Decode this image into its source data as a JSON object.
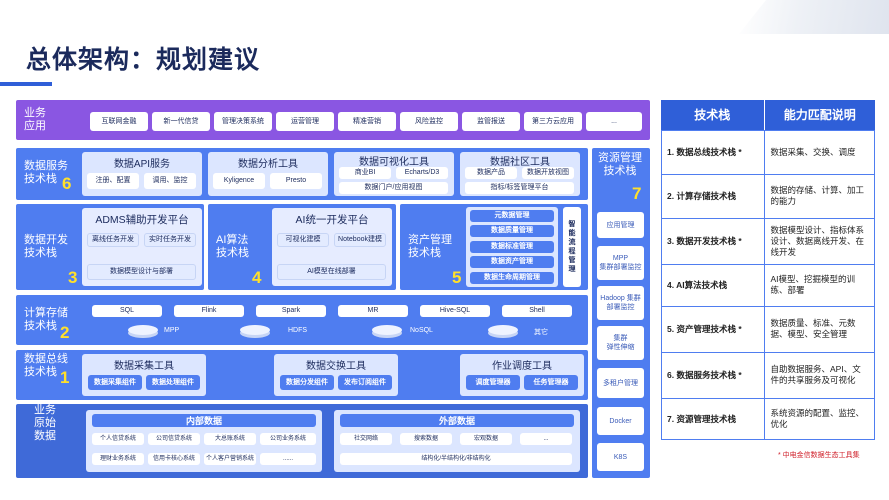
{
  "title": "总体架构：规划建议",
  "layers": {
    "app": {
      "label": "业务\n应用",
      "items": [
        "互联网金融",
        "新一代信贷",
        "管理决策系统",
        "运营管理",
        "精准营销",
        "风险监控",
        "监管报送",
        "第三方云应用",
        "..."
      ]
    },
    "service": {
      "label": "数据服务\n技术栈",
      "num": "6",
      "groups": [
        {
          "title": "数据API服务",
          "items": [
            "注册、配置",
            "调用、监控"
          ]
        },
        {
          "title": "数据分析工具",
          "items": [
            "Kyligence",
            "Presto"
          ]
        },
        {
          "title": "数据可视化工具",
          "items": [
            "商业BI",
            "Echarts/D3",
            "数据门户/应用视图"
          ]
        },
        {
          "title": "数据社区工具",
          "items": [
            "数据产品",
            "数据开放视图",
            "指标/标签管理平台"
          ]
        }
      ]
    },
    "dev": {
      "label": "数据开发\n技术栈",
      "num": "3",
      "title": "ADMS辅助开发平台",
      "items": [
        "离线任务开发",
        "实时任务开发",
        "数据模型设计与部署"
      ]
    },
    "ai": {
      "label": "AI算法\n技术栈",
      "num": "4",
      "title": "AI统一开发平台",
      "items": [
        "可视化建模",
        "Notebook建模",
        "AI模型在线部署"
      ]
    },
    "asset": {
      "label": "资产管理\n技术栈",
      "num": "5",
      "items": [
        "元数据管理",
        "数据质量管理",
        "数据标准管理",
        "数据资产管理",
        "数据生命周期管理"
      ],
      "side": "智能流程管理"
    },
    "compute": {
      "label": "计算存储\n技术栈",
      "num": "2",
      "engines": [
        "SQL",
        "Flink",
        "Spark",
        "MR",
        "Hive-SQL",
        "Shell"
      ],
      "storage": [
        "MPP",
        "HDFS",
        "NoSQL",
        "其它"
      ]
    },
    "integration": {
      "label": "数据总线\n技术栈",
      "num": "1",
      "groups": [
        {
          "title": "数据采集工具",
          "items": [
            "数据采集组件",
            "数据处理组件"
          ]
        },
        {
          "title": "数据交换工具",
          "items": [
            "数据分发组件",
            "发布订阅组件"
          ]
        },
        {
          "title": "作业调度工具",
          "items": [
            "调度管理器",
            "任务管理器"
          ]
        }
      ]
    },
    "source": {
      "label": "业务\n原始\n数据",
      "internal": {
        "title": "内部数据",
        "items": [
          "个人信贷系统",
          "公司信贷系统",
          "大总账系统",
          "公司业务系统",
          "理财业务系统",
          "信用卡核心系统",
          "个人客户营销系统",
          "......"
        ]
      },
      "external": {
        "title": "外部数据",
        "items": [
          "社交网络",
          "搜索数据",
          "宏观数据",
          "...",
          "结构化/半结构化/非结构化"
        ]
      }
    },
    "resource": {
      "label": "资源管理\n技术栈",
      "num": "7",
      "items": [
        "应用管理",
        "MPP\n集群部署监控",
        "Hadoop 集群部署监控",
        "集群\n弹性伸缩",
        "多租户管理",
        "Docker",
        "K8S"
      ]
    }
  },
  "table": {
    "headers": [
      "技术栈",
      "能力匹配说明"
    ],
    "rows": [
      {
        "stack": "1. 数据总线技术栈 *",
        "desc": "数据采集、交换、调度"
      },
      {
        "stack": "2. 计算存储技术栈",
        "desc": "数据的存储、计算、加工的能力"
      },
      {
        "stack": "3. 数据开发技术栈 *",
        "desc": "数据模型设计、指标体系设计、数据离线开发、在线开发"
      },
      {
        "stack": "4. AI算法技术栈",
        "desc": "AI模型、挖掘模型的训 练、部署"
      },
      {
        "stack": "5. 资产管理技术栈 *",
        "desc": "数据质量、标准、元数据、模型、安全管理"
      },
      {
        "stack": "6. 数据服务技术栈 *",
        "desc": "自助数据服务、API、文件的共享服务及可视化"
      },
      {
        "stack": "7. 资源管理技术栈",
        "desc": "系统资源的配置、监控、优化"
      }
    ],
    "footnote": "* 中电金信数据生态工具集"
  },
  "colors": {
    "accent": "#2f5fd8",
    "app_band": "#8a56e2",
    "stack_band": "#4f7df0",
    "source_band": "#3f6ad8",
    "number": "#ffe02b"
  }
}
